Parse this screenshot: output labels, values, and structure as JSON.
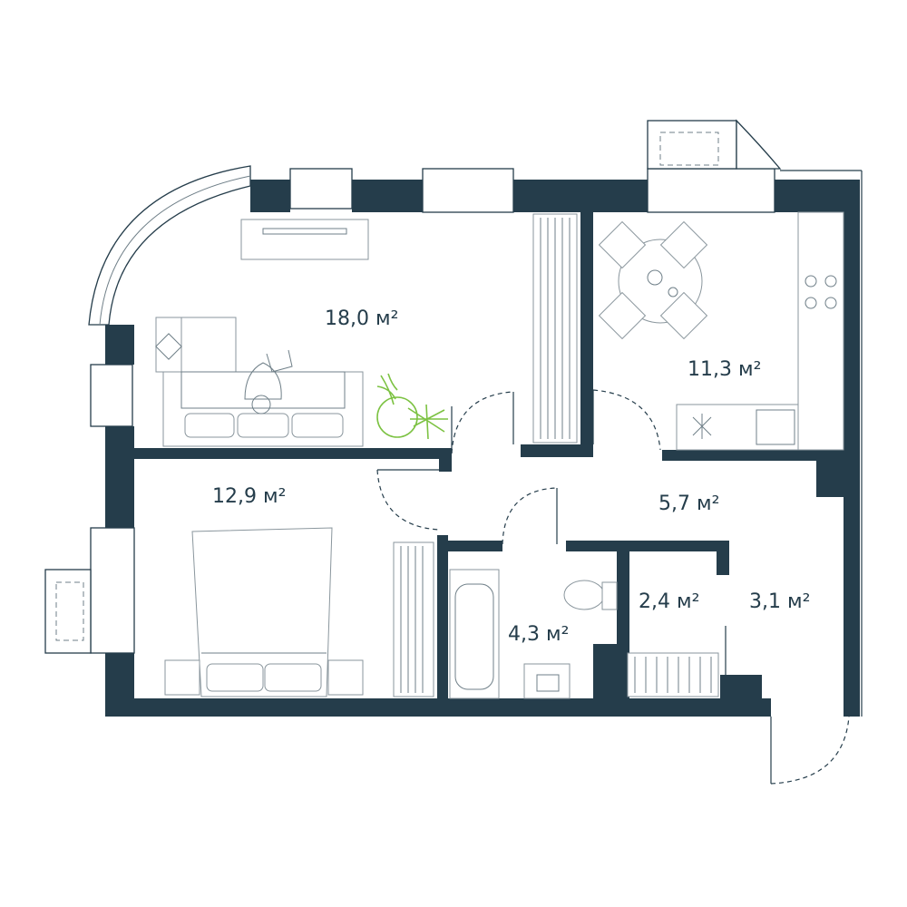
{
  "plan": {
    "rooms": [
      {
        "id": "living",
        "area": "18,0 м²"
      },
      {
        "id": "kitchen",
        "area": "11,3 м²"
      },
      {
        "id": "bedroom",
        "area": "12,9 м²"
      },
      {
        "id": "hall",
        "area": "5,7 м²"
      },
      {
        "id": "bath",
        "area": "4,3 м²"
      },
      {
        "id": "closet",
        "area": "2,4 м²"
      },
      {
        "id": "corridor",
        "area": "3,1 м²"
      }
    ],
    "colors": {
      "wall": "#253d4b",
      "plant": "#7cc242",
      "furniture": "#8a969d"
    }
  }
}
